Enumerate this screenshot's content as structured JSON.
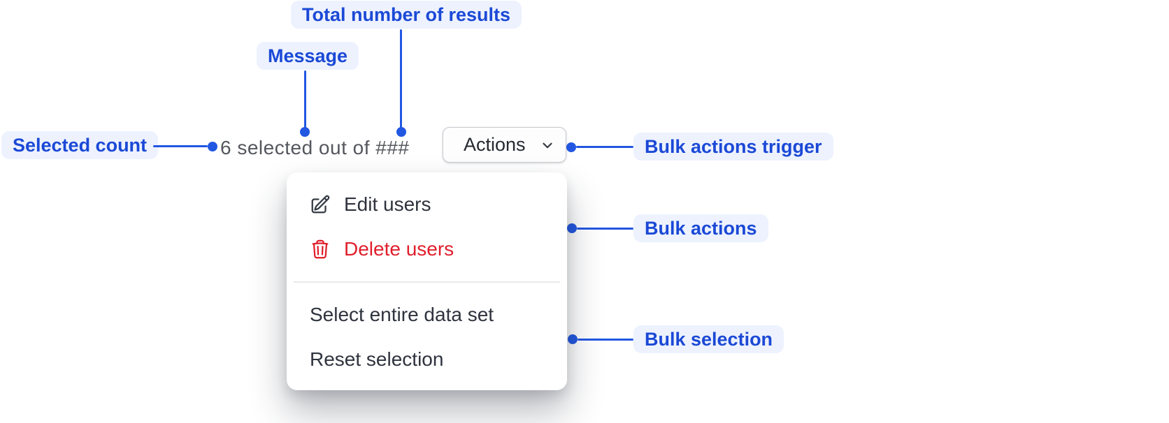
{
  "annotations": {
    "total_results": "Total number of results",
    "message": "Message",
    "selected_count": "Selected count",
    "bulk_actions_trigger": "Bulk actions trigger",
    "bulk_actions": "Bulk actions",
    "bulk_selection": "Bulk selection"
  },
  "toolbar": {
    "message": "6 selected out of ###",
    "actions_button": {
      "label": "Actions",
      "icon": "chevron-down-icon"
    }
  },
  "menu": {
    "items": [
      {
        "label": "Edit users",
        "icon": "pencil-square-icon",
        "variant": "default"
      },
      {
        "label": "Delete users",
        "icon": "trash-icon",
        "variant": "danger"
      },
      {
        "label": "Select entire data set",
        "icon": "",
        "variant": "default"
      },
      {
        "label": "Reset selection",
        "icon": "",
        "variant": "default"
      }
    ]
  },
  "colors": {
    "annotation_text": "#1b49d6",
    "annotation_bg": "#edf2fe",
    "connector": "#2257e2",
    "danger": "#e01e2b",
    "menu_text": "#2e333d",
    "muted_text": "#54575d",
    "button_border": "#c7cad0"
  }
}
